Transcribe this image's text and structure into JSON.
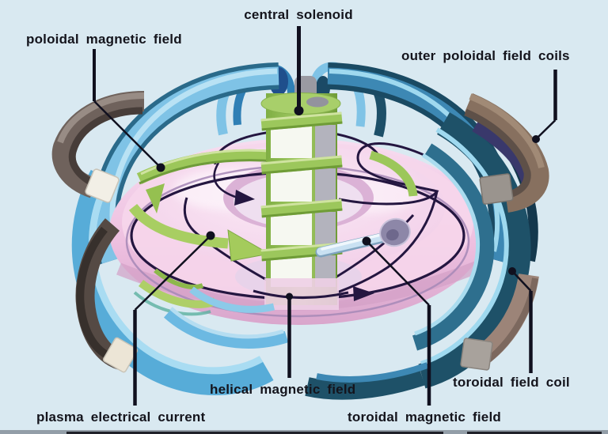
{
  "figure": {
    "description": "Cutaway diagram of a tokamak fusion reactor torus with labeled coils and magnetic fields",
    "labels": {
      "poloidal_magnetic_field": "poloidal magnetic field",
      "central_solenoid": "central solenoid",
      "outer_poloidal_field_coils": "outer poloidal field coils",
      "plasma_electrical_current": "plasma electrical current",
      "helical_magnetic_field": "helical magnetic field",
      "toroidal_magnetic_field": "toroidal magnetic field",
      "toroidal_field_coil": "toroidal field coil"
    },
    "colors": {
      "background": "#d9e9f1",
      "plasma_pink": "#eec0e0",
      "plasma_highlight": "#fbeaf6",
      "coil_light_blue": "#7fc3e6",
      "coil_dark_teal": "#1e5168",
      "solenoid_green": "#9cc75c",
      "outer_coil_brown": "#6f625c",
      "outer_coil_taupe": "#9c8478",
      "field_line_dark": "#241640",
      "label_text": "#14141c"
    }
  }
}
